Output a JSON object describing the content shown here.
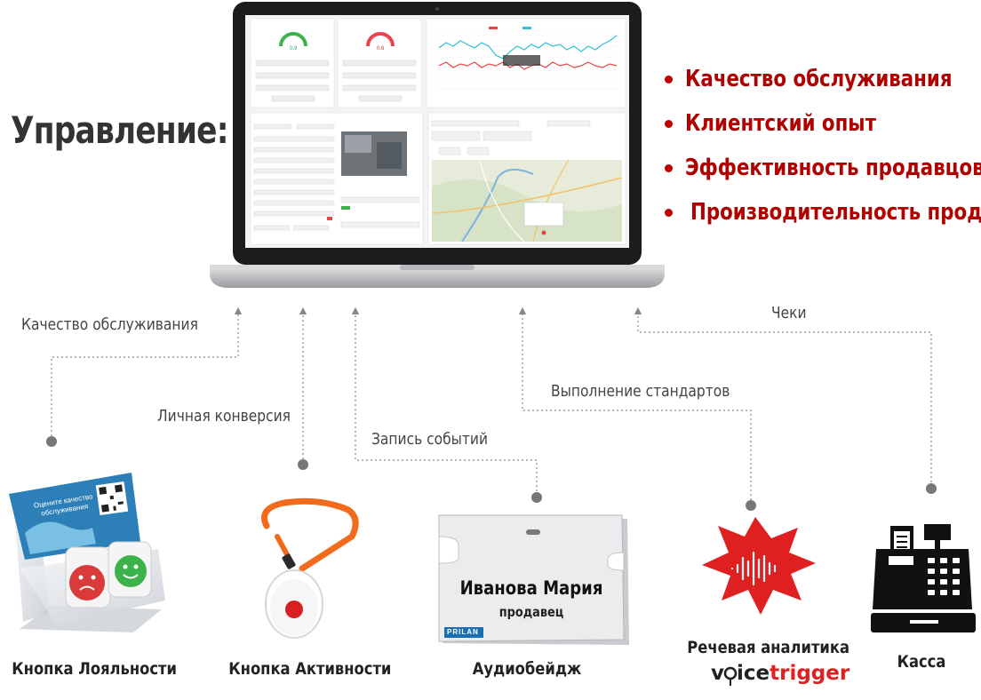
{
  "title": "Управление:",
  "bullets": [
    "Качество обслуживания",
    "Клиентский опыт",
    "Эффективность продавцов",
    "Производительность продаж"
  ],
  "flows": [
    {
      "label": "Качество обслуживания"
    },
    {
      "label": "Личная конверсия"
    },
    {
      "label": "Запись событий"
    },
    {
      "label": "Выполнение стандартов"
    },
    {
      "label": "Чеки"
    }
  ],
  "devices": [
    {
      "label": "Кнопка Лояльности",
      "icon": "loyalty-button-stand-icon"
    },
    {
      "label": "Кнопка Активности",
      "icon": "activity-button-lanyard-icon"
    },
    {
      "label": "Аудиобейдж",
      "icon": "audio-badge-icon"
    },
    {
      "label": "Речевая аналитика",
      "icon": "speech-analytics-burst-icon"
    },
    {
      "label": "Касса",
      "icon": "cash-register-icon"
    }
  ],
  "loyalty_card": {
    "line1": "Оцените качество",
    "line2": "обслуживания"
  },
  "badge": {
    "name": "Иванова Мария",
    "role": "продавец",
    "brand": "PRILAN"
  },
  "voicetrigger": {
    "part1": "v",
    "part2": "ice",
    "part3": "trigger"
  },
  "colors": {
    "accent": "#b00000",
    "arrow": "#888888",
    "badge_blue": "#1a6fb3",
    "chart_red": "#e8454a",
    "chart_cyan": "#2ec4d6"
  }
}
